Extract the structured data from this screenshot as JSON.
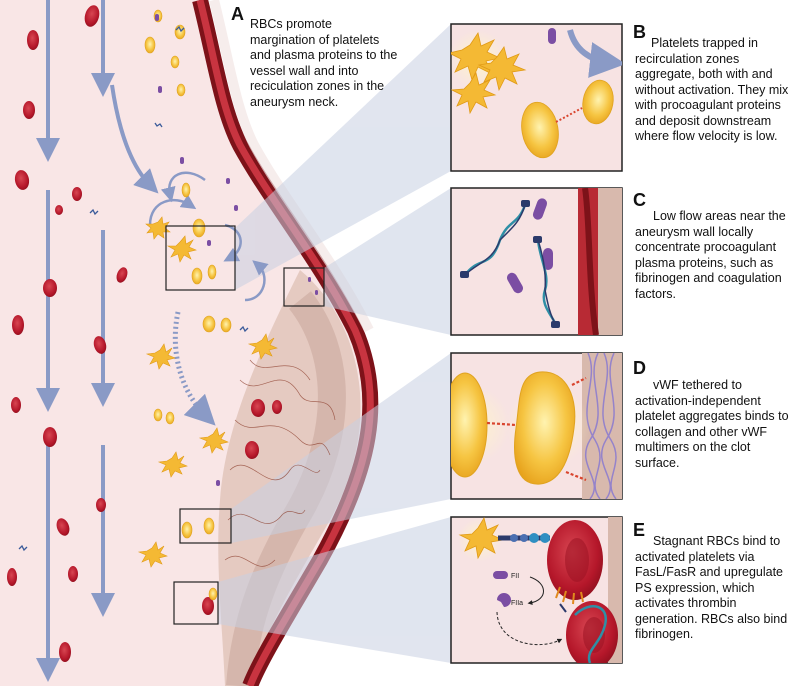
{
  "panels": {
    "A": {
      "letter": "A",
      "text": "RBCs promote margination of platelets and plasma proteins to the vessel wall and into reciculation zones in the aneurysm neck."
    },
    "B": {
      "letter": "B",
      "text": "Platelets trapped in recirculation zones aggregate, both with and without activation. They mix with procoagulant proteins and deposit downstream where flow velocity is low."
    },
    "C": {
      "letter": "C",
      "text": "Low flow areas near the aneurysm wall locally concentrate procoagulant plasma proteins, such as fibrinogen and coagulation factors."
    },
    "D": {
      "letter": "D",
      "text": "vWF tethered to activation-independent platelet aggregates binds to collagen and other vWF multimers on the clot surface."
    },
    "E": {
      "letter": "E",
      "text": "Stagnant RBCs bind to activated platelets via FasL/FasR and upregulate PS expression, which activates thrombin generation. RBCs also bind fibrinogen."
    }
  },
  "labels": {
    "fii": "FII",
    "fiia": "FIIa"
  },
  "colors": {
    "vessel_bg": "#f9e6e6",
    "vessel_wall": "#9e1f26",
    "aneurysm_wall": "#b98d86",
    "rbc": "#c21d2b",
    "platelet": "#f6c542",
    "protein": "#7b4ea3",
    "flow_arrow": "#8a9ac6",
    "callout": "#c8d0e2"
  }
}
